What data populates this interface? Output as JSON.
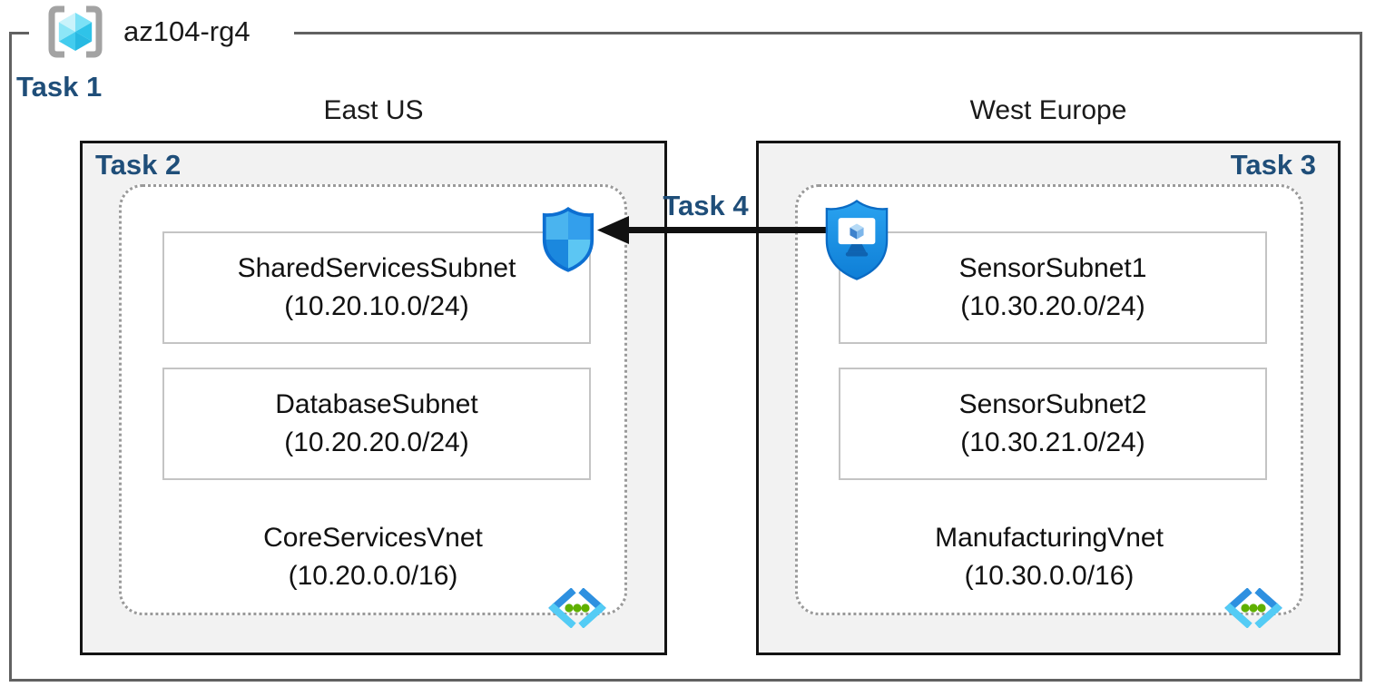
{
  "resource_group": {
    "name": "az104-rg4"
  },
  "labels": {
    "task1": "Task 1",
    "task4": "Task 4"
  },
  "regions": [
    {
      "title": "East US",
      "task_label": "Task 2",
      "subnets": [
        {
          "name": "SharedServicesSubnet",
          "cidr": "(10.20.10.0/24)"
        },
        {
          "name": "DatabaseSubnet",
          "cidr": "(10.20.20.0/24)"
        }
      ],
      "vnet": {
        "name": "CoreServicesVnet",
        "cidr": "(10.20.0.0/16)"
      }
    },
    {
      "title": "West Europe",
      "task_label": "Task 3",
      "subnets": [
        {
          "name": "SensorSubnet1",
          "cidr": "(10.30.20.0/24)"
        },
        {
          "name": "SensorSubnet2",
          "cidr": "(10.30.21.0/24)"
        }
      ],
      "vnet": {
        "name": "ManufacturingVnet",
        "cidr": "(10.30.0.0/16)"
      }
    }
  ],
  "icons": {
    "resource_group": "resource-group-icon",
    "east_shield": "defender-shield-icon",
    "west_shield": "secured-vm-shield-icon",
    "vnet": "virtual-network-icon"
  },
  "arrow": {
    "from": "secured-vm-shield-icon",
    "to": "defender-shield-icon",
    "direction": "left"
  },
  "colors": {
    "task_label": "#1f4e79",
    "panel_fill": "#f2f2f2",
    "panel_border": "#141414",
    "outer_border": "#616161",
    "dotted_border": "#9a9a9a",
    "subnet_border": "#c4c4c4",
    "arrow": "#111111",
    "azure_blue": "#1b88de",
    "azure_cyan": "#54ccf5",
    "green_dot": "#5fb000"
  }
}
